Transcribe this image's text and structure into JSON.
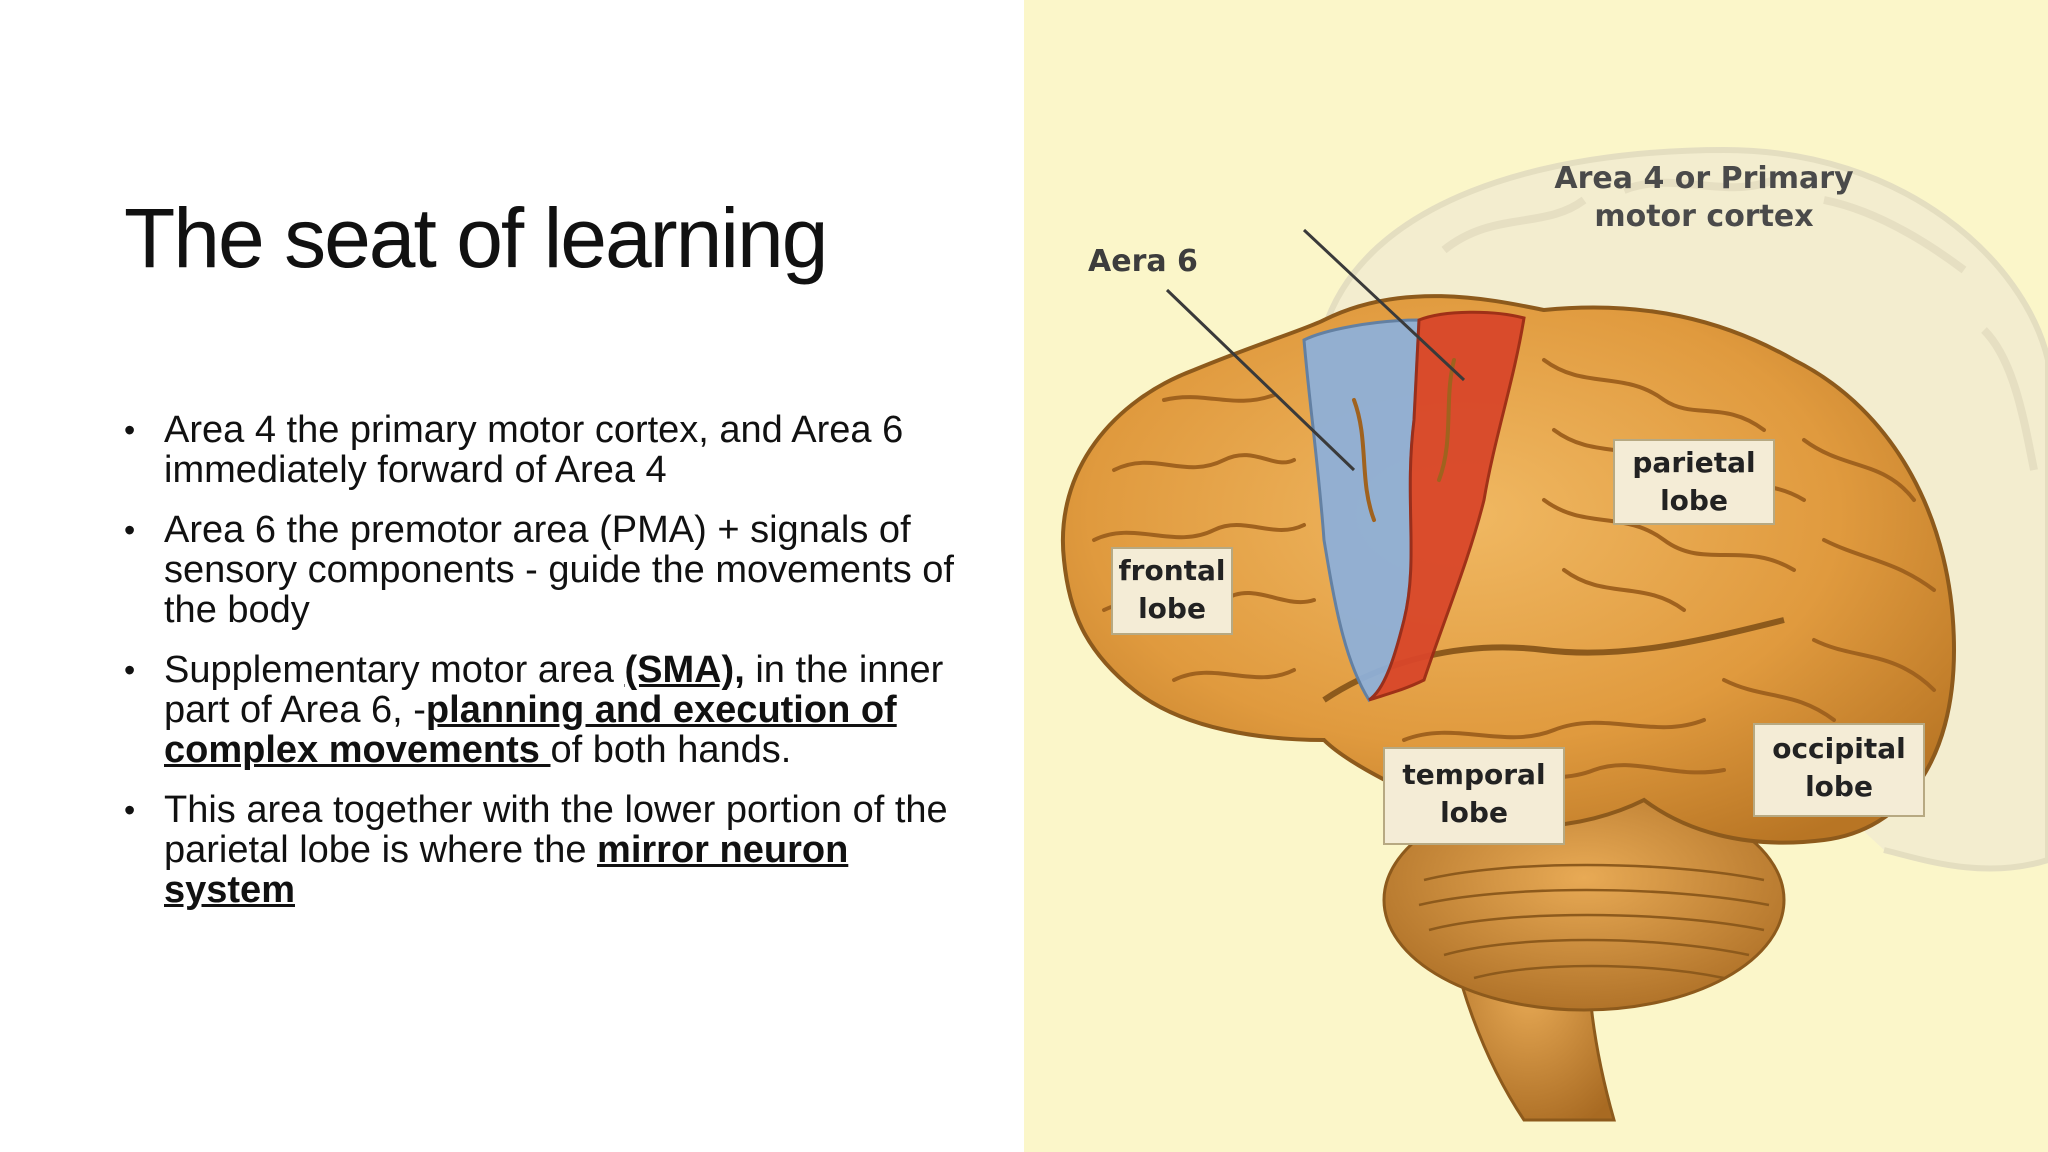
{
  "slide": {
    "title": "The seat of learning",
    "bullets": [
      {
        "segments": [
          {
            "text": "Area 4 the primary motor cortex, and Area 6 immediately forward of Area 4",
            "style": "normal"
          }
        ]
      },
      {
        "segments": [
          {
            "text": "Area 6 the premotor area (PMA)   + signals of sensory components - guide the movements of the body",
            "style": "normal"
          }
        ]
      },
      {
        "segments": [
          {
            "text": "Supplementary motor area ",
            "style": "normal"
          },
          {
            "text": "(SMA),",
            "style": "bold-underline"
          },
          {
            "text": " in the inner part of Area 6, -",
            "style": "normal"
          },
          {
            "text": "planning and execution of complex movements ",
            "style": "bold-underline"
          },
          {
            "text": "of both hands.",
            "style": "normal"
          }
        ]
      },
      {
        "segments": [
          {
            "text": "This area together with the lower portion of the parietal lobe is where the ",
            "style": "normal"
          },
          {
            "text": "mirror neuron system",
            "style": "bold-underline"
          }
        ]
      }
    ]
  },
  "figure": {
    "labels": {
      "area6": "Aera 6",
      "area4_line1": "Area 4 or Primary",
      "area4_line2": "motor cortex",
      "frontal_line1": "frontal",
      "frontal_line2": "lobe",
      "parietal_line1": "parietal",
      "parietal_line2": "lobe",
      "temporal_line1": "temporal",
      "temporal_line2": "lobe",
      "occipital_line1": "occipital",
      "occipital_line2": "lobe"
    },
    "colors": {
      "background": "#fbf6c9",
      "brain": "#e3a24a",
      "brain_shadow": "#b87524",
      "area6": "#8fb0d8",
      "area4": "#d9472a",
      "label_box": "#f4ecd6"
    }
  }
}
